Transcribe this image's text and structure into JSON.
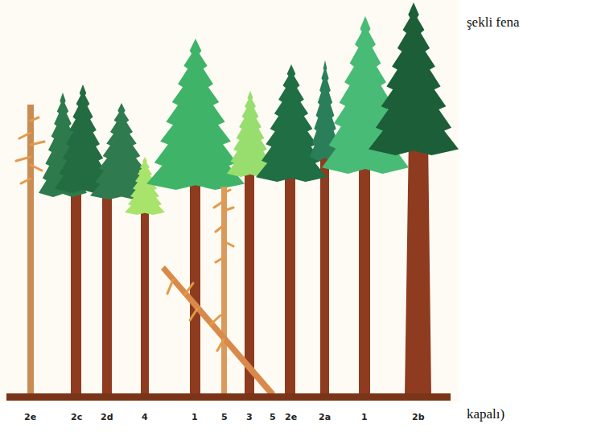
{
  "diagram": {
    "labels": [
      "şekli fena",
      "2e",
      "2c",
      "2d",
      "4",
      "1",
      "5",
      "3",
      "5",
      "2e",
      "2a",
      "1",
      "2b",
      "kapalı)"
    ]
  }
}
